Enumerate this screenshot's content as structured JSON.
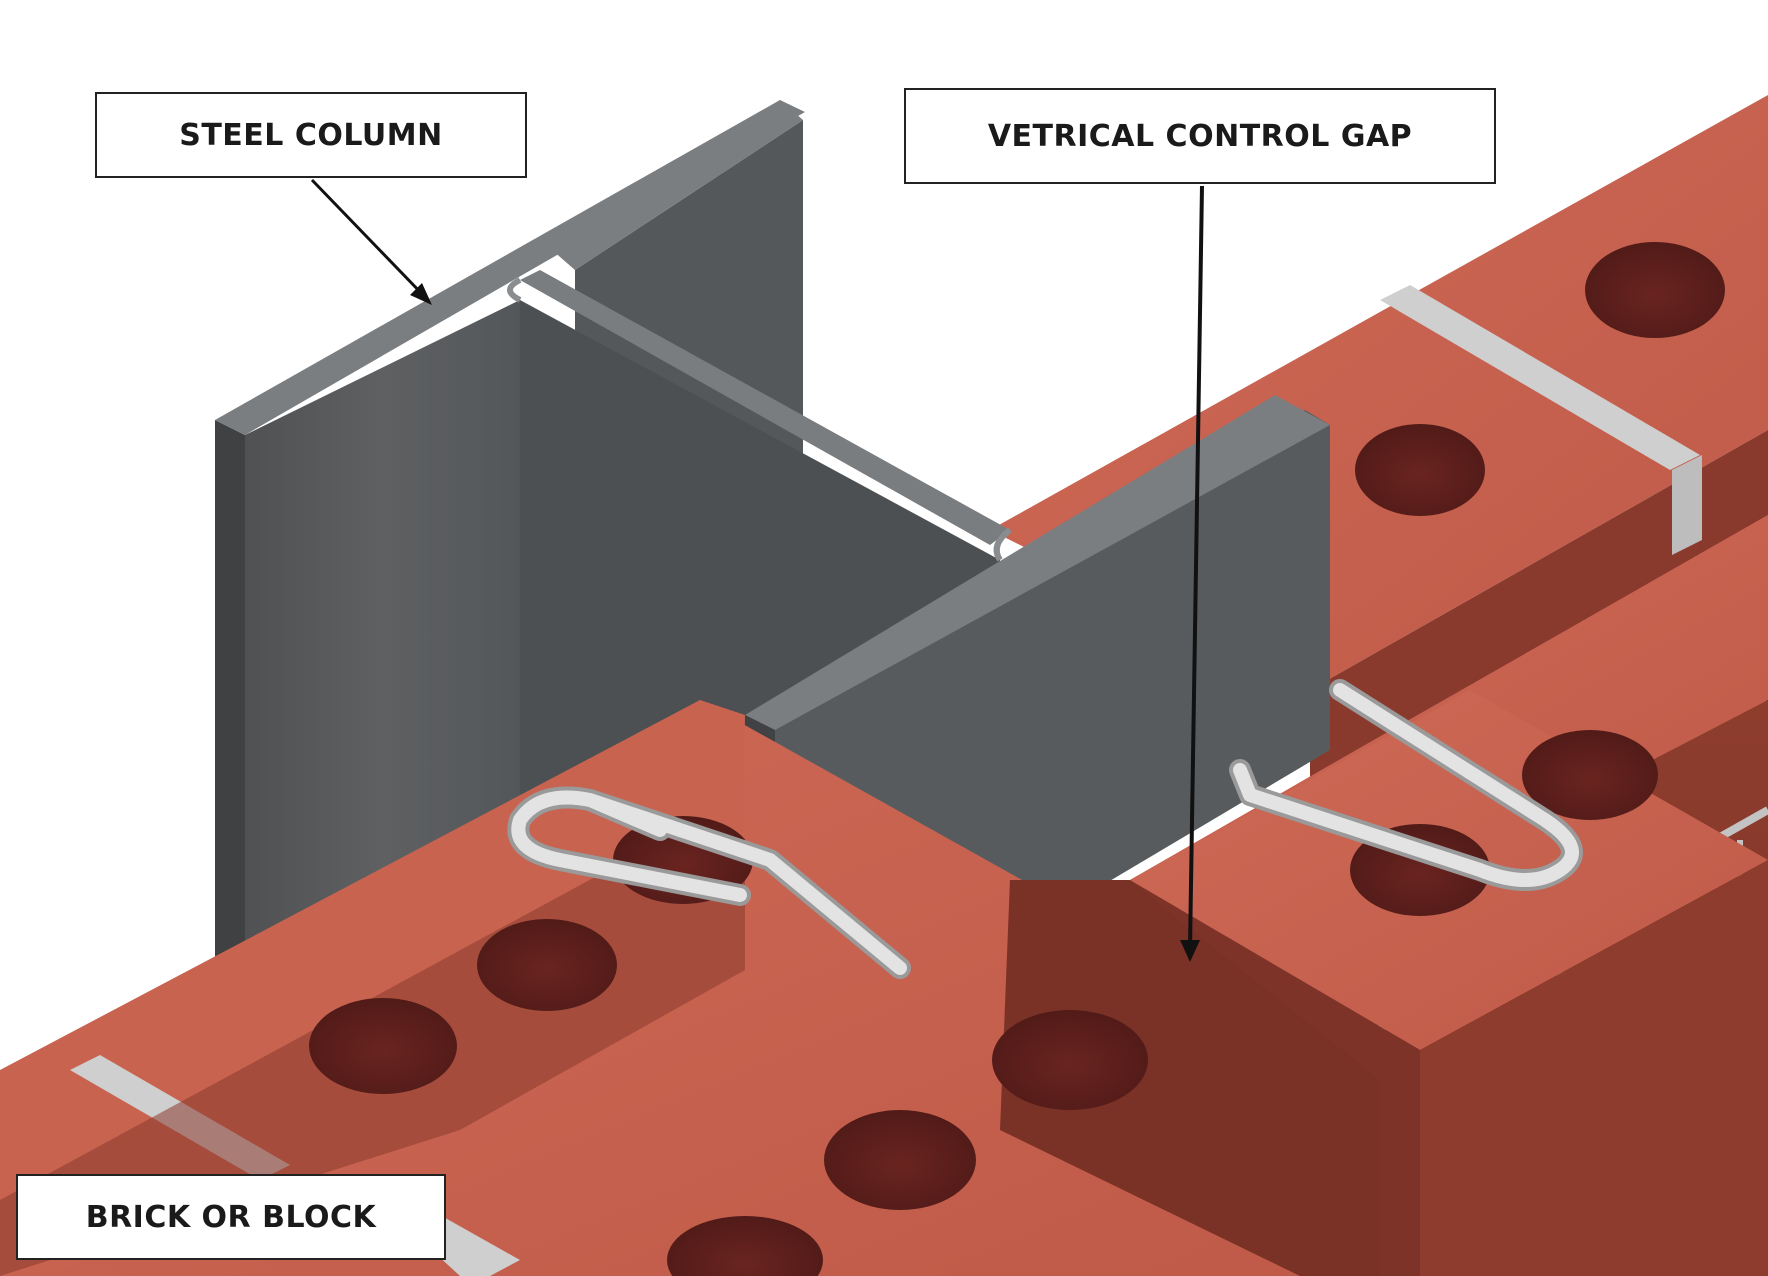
{
  "labels": {
    "steel_column": "STEEL COLUMN",
    "control_gap": "VETRICAL CONTROL GAP",
    "brick_or_block": "BRICK OR BLOCK"
  },
  "colors": {
    "brick_top": "#c96452",
    "brick_side": "#8c3a2e",
    "brick_dark": "#6e2a22",
    "brick_hole": "#5e1f1b",
    "mortar": "#c9c9c9",
    "steel_face": "#5b5d5f",
    "steel_edge": "#7b7e81",
    "steel_dark": "#47494b",
    "tie": "#d8d8d8",
    "leader": "#111111"
  }
}
